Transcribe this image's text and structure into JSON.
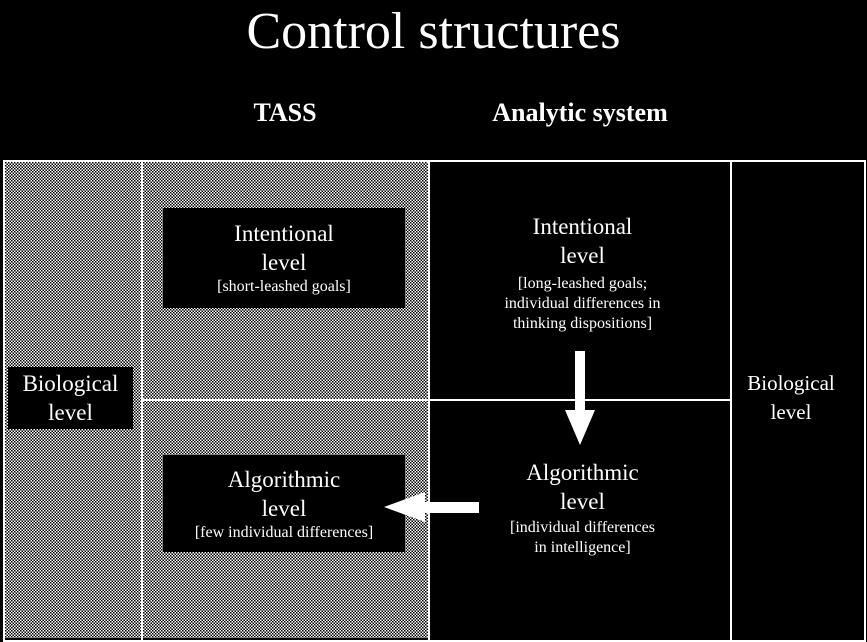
{
  "title": "Control structures",
  "columns": {
    "tass": "TASS",
    "analytic": "Analytic system"
  },
  "biological": {
    "left": [
      "Biological",
      "level"
    ],
    "right": [
      "Biological",
      "level"
    ]
  },
  "tass": {
    "intentional": {
      "line1": "Intentional",
      "line2": "level",
      "note": "[short-leashed goals]"
    },
    "algorithmic": {
      "line1": "Algorithmic",
      "line2": "level",
      "note": "[few individual differences]"
    }
  },
  "analytic": {
    "intentional": {
      "line1": "Intentional",
      "line2": "level",
      "note": [
        "[long-leashed goals;",
        "individual differences in",
        "thinking dispositions]"
      ]
    },
    "algorithmic": {
      "line1": "Algorithmic",
      "line2": "level",
      "note": [
        "[individual differences",
        "in intelligence]"
      ]
    }
  }
}
